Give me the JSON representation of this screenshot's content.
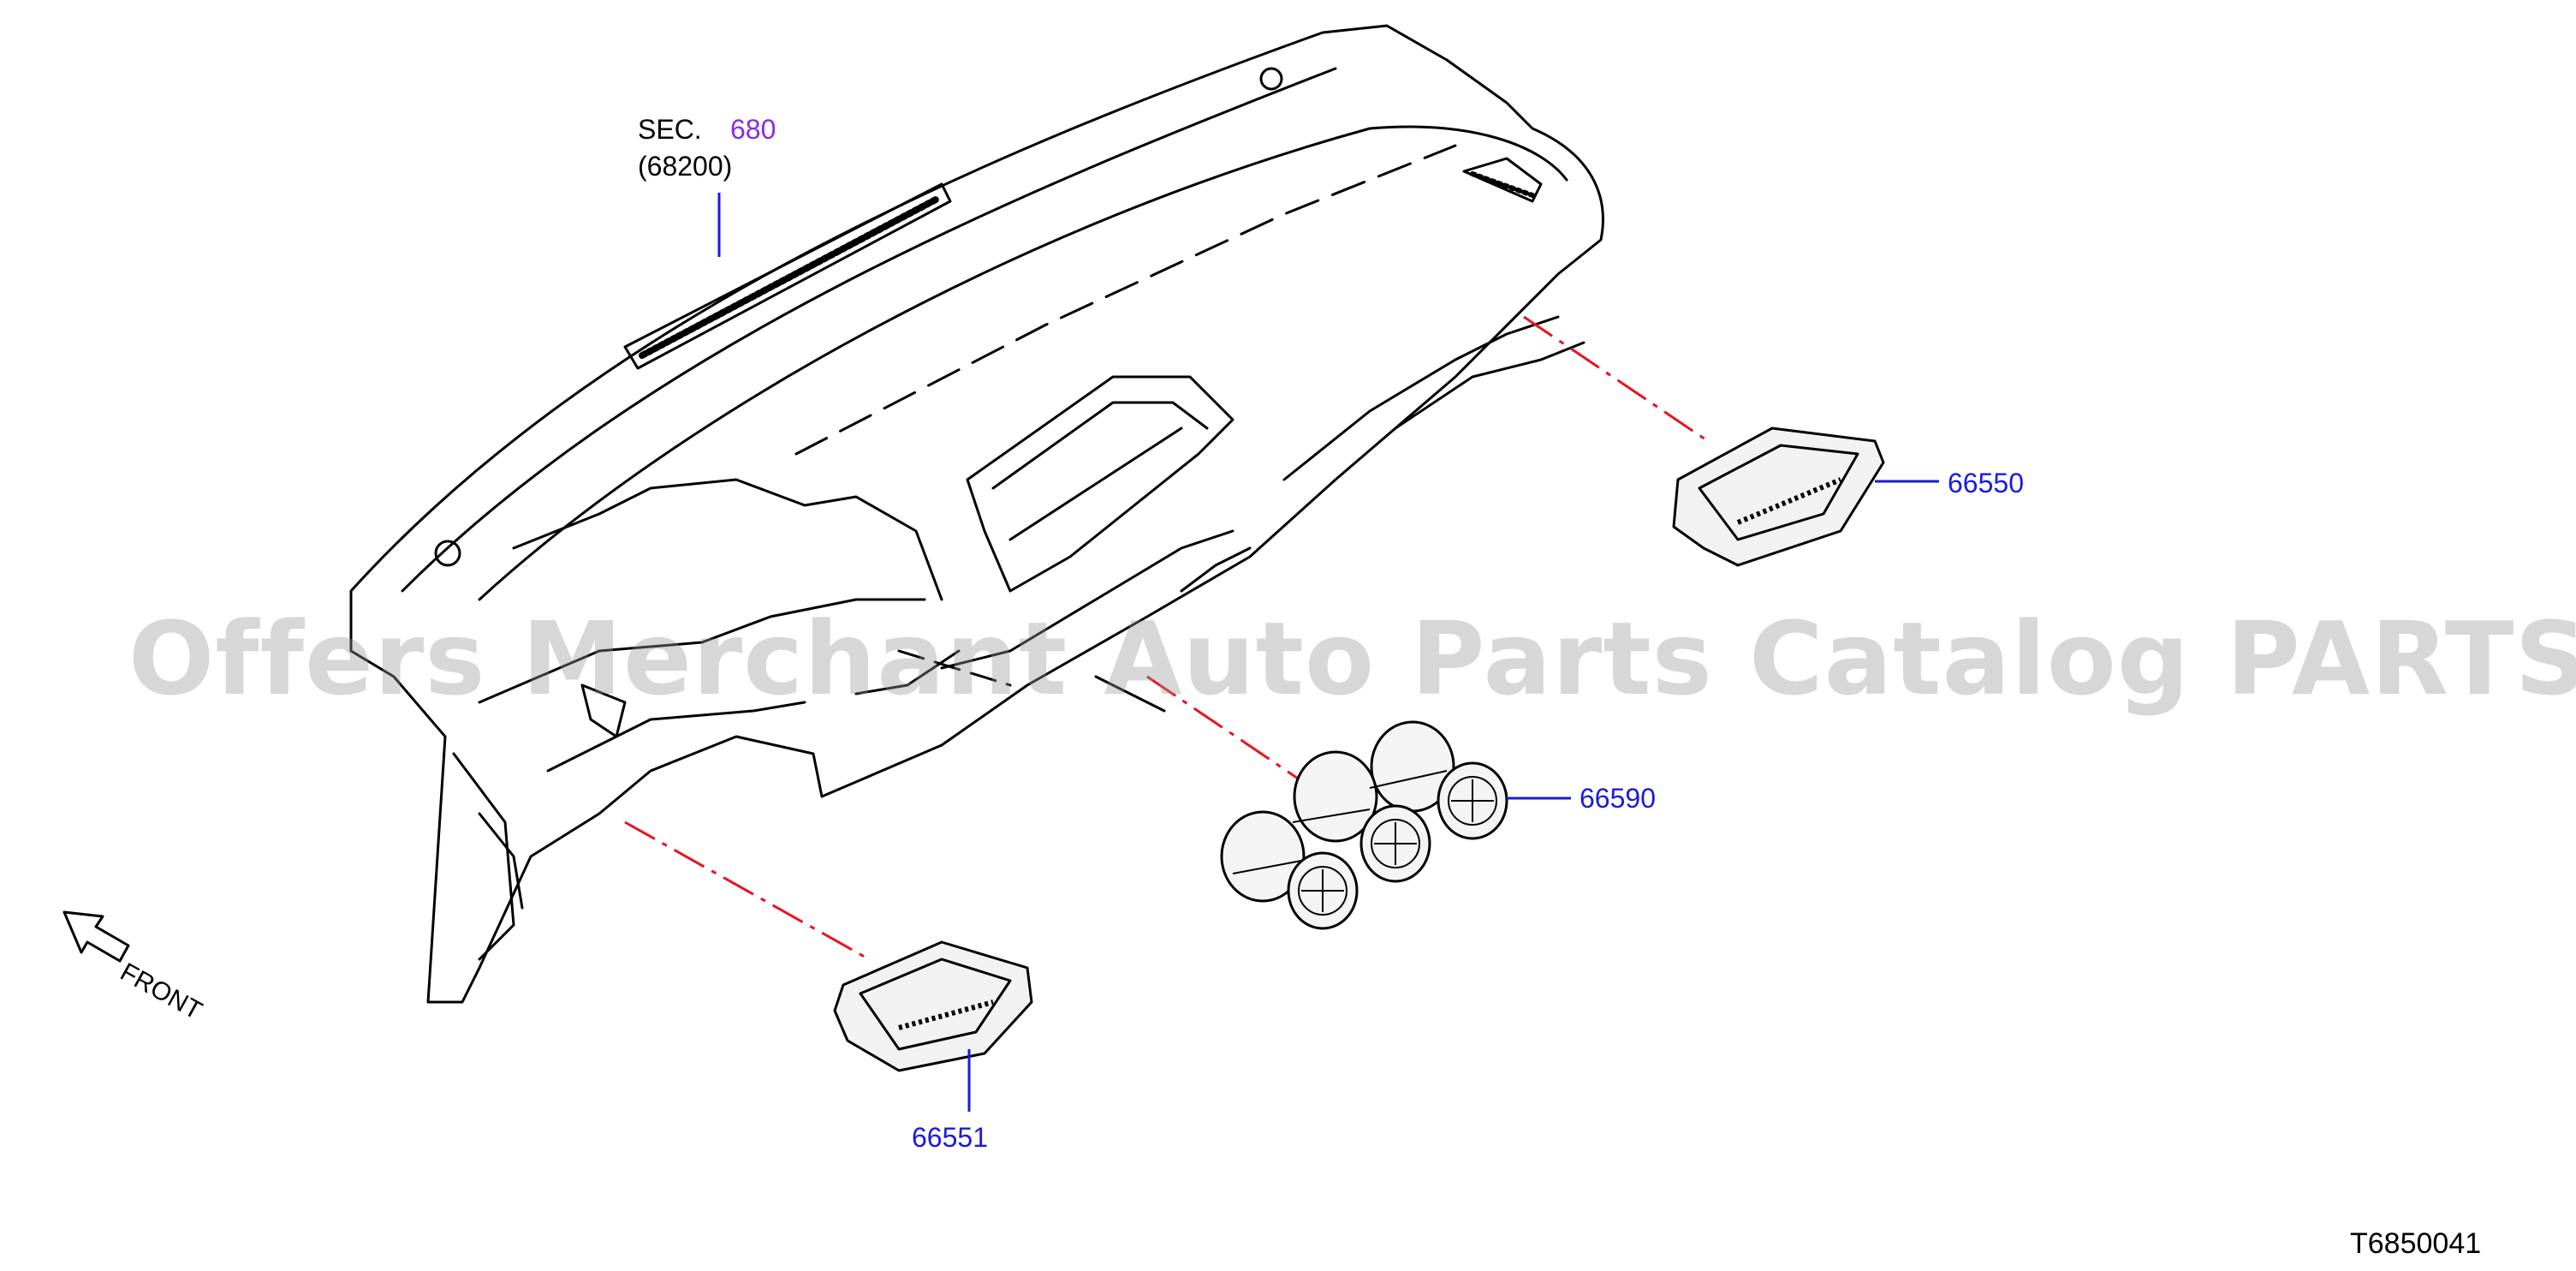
{
  "diagram": {
    "sec_prefix": "SEC.",
    "sec_number": "680",
    "sec_sub": "(68200)",
    "parts": [
      {
        "number": "66550"
      },
      {
        "number": "66551"
      },
      {
        "number": "66590"
      }
    ],
    "front_label": "FRONT",
    "figure_code": "T6850041",
    "watermark": "Offers Merchant Auto Parts Catalog PARTSTORE.SA",
    "colors": {
      "leader_blue": "#1a1adc",
      "section_ref": "#8a2be2",
      "dash_red": "#e8141e",
      "watermark": "#969696"
    }
  }
}
